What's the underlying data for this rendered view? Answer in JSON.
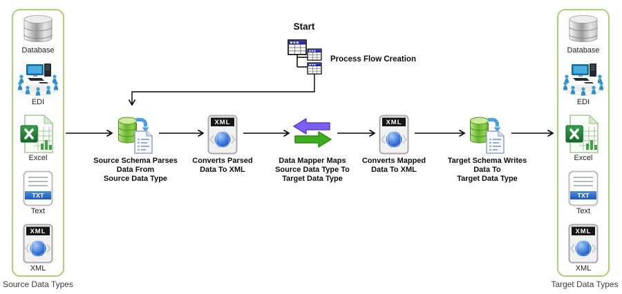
{
  "start": {
    "title": "Start",
    "annotation": "Process Flow Creation"
  },
  "source_panel": {
    "title": "Source Data Types",
    "items": [
      {
        "label": "Database",
        "icon": "database-icon"
      },
      {
        "label": "EDI",
        "icon": "edi-icon"
      },
      {
        "label": "Excel",
        "icon": "excel-icon"
      },
      {
        "label": "Text",
        "icon": "text-file-icon"
      },
      {
        "label": "XML",
        "icon": "xml-file-icon"
      }
    ]
  },
  "target_panel": {
    "title": "Target Data Types",
    "items": [
      {
        "label": "Database",
        "icon": "database-icon"
      },
      {
        "label": "EDI",
        "icon": "edi-icon"
      },
      {
        "label": "Excel",
        "icon": "excel-icon"
      },
      {
        "label": "Text",
        "icon": "text-file-icon"
      },
      {
        "label": "XML",
        "icon": "xml-file-icon"
      }
    ]
  },
  "flow_steps": [
    {
      "label": "Source Schema Parses\nData From\nSource Data Type",
      "icon": "source-schema-icon"
    },
    {
      "label": "Converts Parsed\nData To XML",
      "icon": "xml-convert-icon"
    },
    {
      "label": "Data Mapper Maps\nSource Data Type To\nTarget Data Type",
      "icon": "data-mapper-icon"
    },
    {
      "label": "Converts Mapped\nData To XML",
      "icon": "xml-convert-icon"
    },
    {
      "label": "Target Schema Writes\nData To\nTarget Data Type",
      "icon": "target-schema-icon"
    }
  ],
  "icon_badges": {
    "xml": "XML",
    "txt": "TXT"
  },
  "colors": {
    "panel_border": "#a6d26f",
    "mapper_purple": "#7a5ff0",
    "mapper_green": "#3fae1e",
    "flow_db_green": "#69b52e",
    "curved_arrow_blue": "#4aa0e8",
    "xml_band_black": "#151515",
    "txt_band_blue": "#3e86dd",
    "table_header_navy": "#2a2fbe",
    "connector_black": "#000000"
  }
}
